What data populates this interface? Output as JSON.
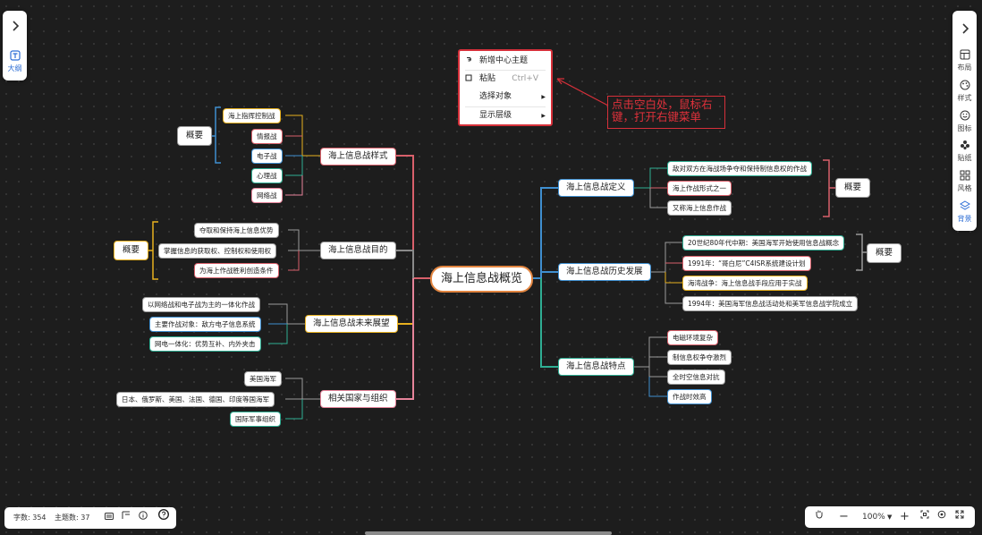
{
  "left_panel": {
    "expand_icon": "chevron-right-icon",
    "outline_label": "大纲"
  },
  "right_panel": {
    "expand_icon": "chevron-right-icon",
    "items": [
      {
        "label": "布局",
        "icon": "layout-icon"
      },
      {
        "label": "样式",
        "icon": "palette-icon"
      },
      {
        "label": "图标",
        "icon": "smile-icon"
      },
      {
        "label": "贴纸",
        "icon": "sticker-icon"
      },
      {
        "label": "风格",
        "icon": "theme-grid-icon"
      },
      {
        "label": "背景",
        "icon": "layers-icon"
      }
    ]
  },
  "context_menu": {
    "items": [
      {
        "label": "新增中心主题",
        "icon": "link-icon"
      },
      {
        "label": "粘贴",
        "shortcut": "Ctrl+V",
        "icon": "checkbox-icon"
      },
      {
        "label": "选择对象",
        "icon": ""
      },
      {
        "label": "显示层级",
        "icon": ""
      }
    ]
  },
  "annotation": {
    "line1": "点击空白处，鼠标右",
    "line2": "键，打开右键菜单"
  },
  "mindmap": {
    "root": "海上信息战概览",
    "left": [
      {
        "title": "海上信息战样式",
        "children": [
          "海上指挥控制战",
          "情报战",
          "电子战",
          "心理战",
          "网络战"
        ],
        "summary": "概要"
      },
      {
        "title": "海上信息战目的",
        "children": [
          "夺取和保持海上信息优势",
          "掌握信息的获取权、控制权和使用权",
          "为海上作战胜利创造条件"
        ],
        "summary": "概要"
      },
      {
        "title": "海上信息战未来展望",
        "children": [
          "以网络战和电子战为主的一体化作战",
          "主要作战对象：敌方电子信息系统",
          "网电一体化：优势互补、内外夹击"
        ]
      },
      {
        "title": "相关国家与组织",
        "children": [
          "美国海军",
          "日本、俄罗斯、美国、法国、德国、印度等国海军",
          "国际军事组织"
        ]
      }
    ],
    "right": [
      {
        "title": "海上信息战定义",
        "children": [
          "敌对双方在海战场争夺和保持制信息权的作战",
          "海上作战形式之一",
          "又称海上信息作战"
        ],
        "summary": "概要"
      },
      {
        "title": "海上信息战历史发展",
        "children": [
          "20世纪80年代中期：美国海军开始使用信息战概念",
          "1991年：“哥白尼”C4ISR系统建设计划",
          "海湾战争：海上信息战手段应用于实战",
          "1994年：美国海军信息战活动处和美军信息战学院成立"
        ],
        "summary": "概要"
      },
      {
        "title": "海上信息战特点",
        "children": [
          "电磁环境复杂",
          "制信息权争夺激烈",
          "全时空信息对抗",
          "作战时效高"
        ]
      }
    ]
  },
  "status_bar": {
    "word_count": "字数: 354",
    "topic_count": "主题数: 37"
  },
  "zoom_bar": {
    "zoom": "100%"
  }
}
